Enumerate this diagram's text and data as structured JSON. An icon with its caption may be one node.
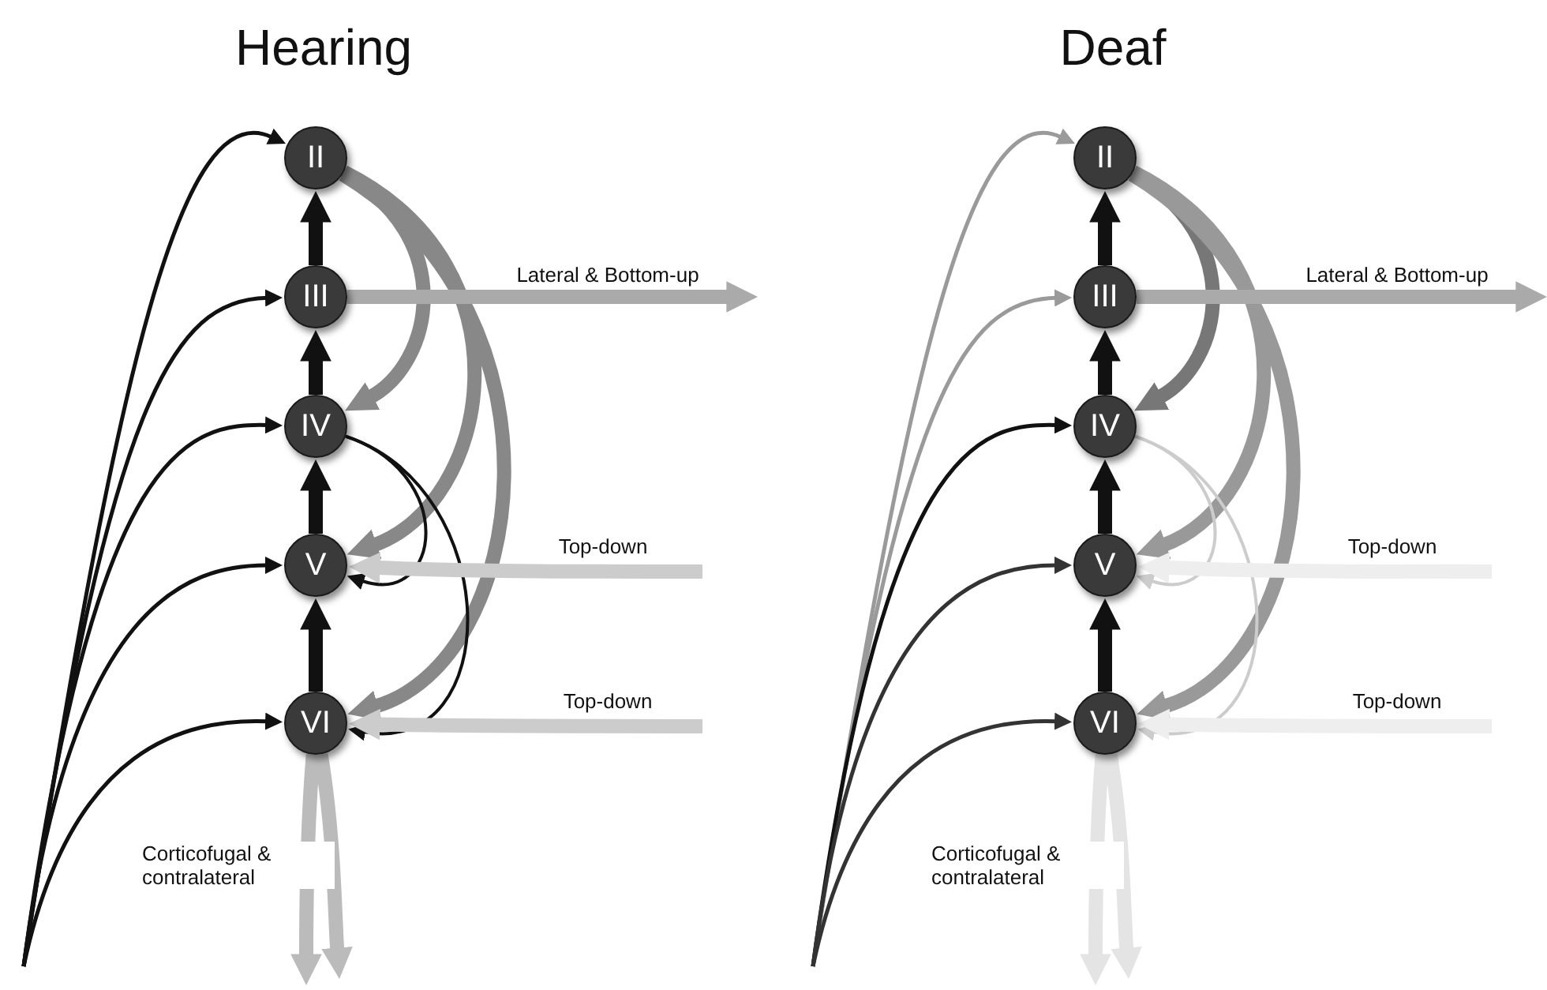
{
  "diagram": {
    "nodes": [
      {
        "text": [
          "II"
        ]
      },
      {
        "text": [
          "III"
        ]
      },
      {
        "text": [
          "IV"
        ]
      },
      {
        "text": [
          "V"
        ]
      },
      {
        "text": [
          "VI"
        ]
      },
      {
        "text": [
          "II"
        ]
      },
      {
        "text": [
          "III"
        ]
      },
      {
        "text": [
          "IV"
        ]
      },
      {
        "text": [
          "V"
        ]
      },
      {
        "text": [
          "VI"
        ]
      }
    ],
    "edges": [
      {
        "from": 1,
        "to": 0,
        "arrow": "to"
      },
      {
        "from": 2,
        "to": 1,
        "arrow": "to"
      },
      {
        "from": 3,
        "to": 2,
        "arrow": "to"
      },
      {
        "from": 4,
        "to": 3,
        "arrow": "to"
      },
      {
        "from": null,
        "to": 0,
        "arrow": "to"
      },
      {
        "from": null,
        "to": 1,
        "arrow": "to"
      },
      {
        "from": null,
        "to": 2,
        "arrow": "to"
      },
      {
        "from": null,
        "to": 3,
        "arrow": "to"
      },
      {
        "from": null,
        "to": 4,
        "arrow": "to"
      },
      {
        "from": 0,
        "to": 2,
        "arrow": "to",
        "color": "#888888"
      },
      {
        "from": 0,
        "to": 3,
        "arrow": "to",
        "color": "#888888"
      },
      {
        "from": 0,
        "to": 4,
        "arrow": "to",
        "color": "#888888"
      },
      {
        "from": 2,
        "to": 3,
        "arrow": "to"
      },
      {
        "from": 2,
        "to": 4,
        "arrow": "to"
      },
      {
        "from": 1,
        "to": null,
        "arrow": "to",
        "color": "#aaaaaa",
        "label": "Lateral & Bottom-up"
      },
      {
        "from": null,
        "to": 3,
        "arrow": "to",
        "color": "#cccccc",
        "label": "Top-down"
      },
      {
        "from": null,
        "to": 4,
        "arrow": "to",
        "color": "#cccccc",
        "label": "Top-down"
      },
      {
        "from": 4,
        "to": null,
        "arrow": "to",
        "color": "#bbbbbb",
        "label": "Corticofugal & contralateral"
      },
      {
        "from": 4,
        "to": null,
        "arrow": "to",
        "color": "#bbbbbb"
      },
      {
        "from": 6,
        "to": 5,
        "arrow": "to"
      },
      {
        "from": 7,
        "to": 6,
        "arrow": "to"
      },
      {
        "from": 8,
        "to": 7,
        "arrow": "to"
      },
      {
        "from": 9,
        "to": 8,
        "arrow": "to"
      },
      {
        "from": null,
        "to": 5,
        "arrow": "to",
        "color": "#9a9a9a"
      },
      {
        "from": null,
        "to": 6,
        "arrow": "to",
        "color": "#9a9a9a"
      },
      {
        "from": null,
        "to": 7,
        "arrow": "to"
      },
      {
        "from": null,
        "to": 8,
        "arrow": "to",
        "color": "#333333"
      },
      {
        "from": null,
        "to": 9,
        "arrow": "to",
        "color": "#333333"
      },
      {
        "from": 5,
        "to": 7,
        "arrow": "to",
        "color": "#777777"
      },
      {
        "from": 5,
        "to": 8,
        "arrow": "to",
        "color": "#999999"
      },
      {
        "from": 5,
        "to": 9,
        "arrow": "to",
        "color": "#999999"
      },
      {
        "from": 7,
        "to": 8,
        "arrow": "to",
        "color": "#cccccc"
      },
      {
        "from": 7,
        "to": 9,
        "arrow": "to",
        "color": "#cccccc"
      },
      {
        "from": 6,
        "to": null,
        "arrow": "to",
        "color": "#aaaaaa",
        "label": "Lateral & Bottom-up"
      },
      {
        "from": null,
        "to": 8,
        "arrow": "to",
        "color": "#eeeeee",
        "label": "Top-down"
      },
      {
        "from": null,
        "to": 9,
        "arrow": "to",
        "color": "#eeeeee",
        "label": "Top-down"
      },
      {
        "from": 9,
        "to": null,
        "arrow": "to",
        "color": "#e4e4e4",
        "label": "Corticofugal & contralateral"
      },
      {
        "from": 9,
        "to": null,
        "arrow": "to",
        "color": "#e4e4e4"
      }
    ],
    "labels": [
      "Hearing",
      "Deaf"
    ]
  }
}
